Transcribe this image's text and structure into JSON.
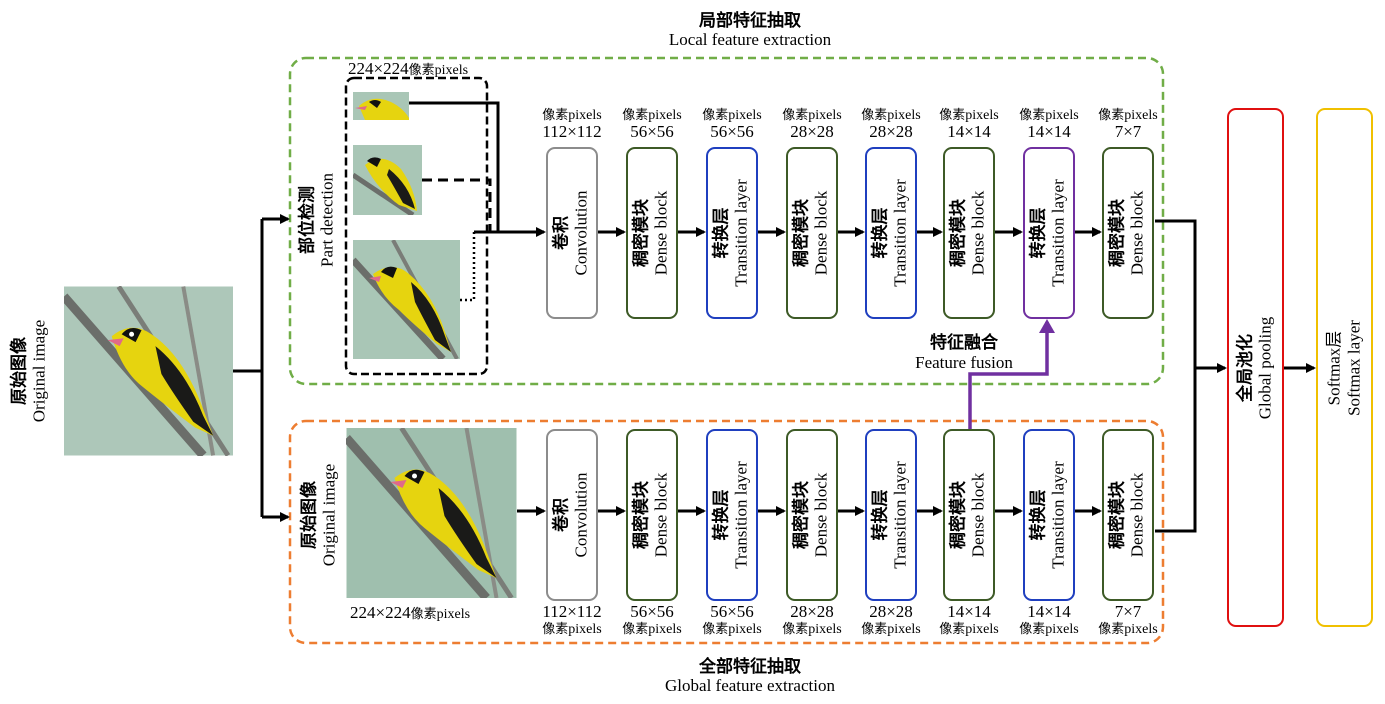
{
  "input": {
    "cn": "原始图像",
    "en": "Original image"
  },
  "local": {
    "title_cn": "局部特征抽取",
    "title_en": "Local feature extraction",
    "part_detection": {
      "cn": "部位检测",
      "en": "Part detection"
    },
    "crop_size": "224×224",
    "crop_unit_cn": "像素",
    "crop_unit_en": "pixels",
    "fusion_cn": "特征融合",
    "fusion_en": "Feature fusion"
  },
  "global": {
    "title_cn": "全部特征抽取",
    "title_en": "Global feature extraction",
    "original": {
      "cn": "原始图像",
      "en": "Original image"
    },
    "img_size": "224×224",
    "img_unit_cn": "像素",
    "img_unit_en": "pixels"
  },
  "unit_cn": "像素",
  "unit_en": "pixels",
  "layers": [
    {
      "cn": "卷积",
      "en": "Convolution",
      "size": "112×112",
      "color": "#8c8c8c"
    },
    {
      "cn": "稠密模块",
      "en": "Dense block",
      "size": "56×56",
      "color": "#3d5a26"
    },
    {
      "cn": "转换层",
      "en": "Transition layer",
      "size": "56×56",
      "color": "#1f3fbf"
    },
    {
      "cn": "稠密模块",
      "en": "Dense block",
      "size": "28×28",
      "color": "#3d5a26"
    },
    {
      "cn": "转换层",
      "en": "Transition layer",
      "size": "28×28",
      "color": "#1f3fbf"
    },
    {
      "cn": "稠密模块",
      "en": "Dense block",
      "size": "14×14",
      "color": "#3d5a26"
    },
    {
      "cn": "转换层",
      "en": "Transition layer",
      "size": "14×14",
      "color": "#1f3fbf"
    },
    {
      "cn": "稠密模块",
      "en": "Dense block",
      "size": "7×7",
      "color": "#3d5a26"
    }
  ],
  "fusion_layer_color": "#7030a0",
  "global_pool": {
    "cn": "全局池化",
    "en": "Global pooling",
    "color": "#e01010"
  },
  "softmax": {
    "cn": "Softmax层",
    "en": "Softmax layer",
    "color": "#f0c000"
  },
  "colors": {
    "local_frame": "#70ad47",
    "global_frame": "#ed7d31",
    "fusion_arrow": "#7030a0"
  }
}
